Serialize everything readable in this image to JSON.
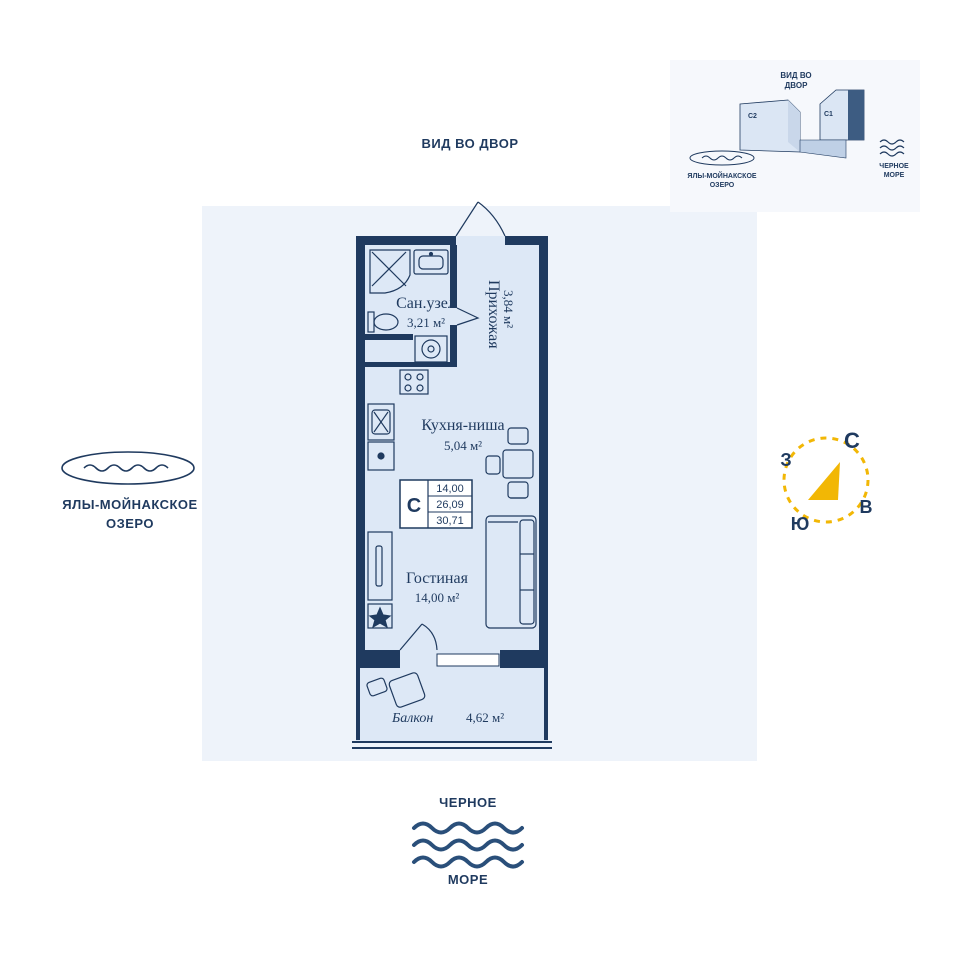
{
  "orientation": {
    "top": "ВИД ВО ДВОР",
    "left_line1": "ЯЛЫ-МОЙНАКСКОЕ",
    "left_line2": "ОЗЕРО",
    "bottom_line1": "ЧЕРНОЕ",
    "bottom_line2": "МОРЕ"
  },
  "rooms": [
    {
      "name": "Сан.узел",
      "area": "3,21 м²"
    },
    {
      "name": "Прихожая",
      "area": "3,84 м²"
    },
    {
      "name": "Кухня-ниша",
      "area": "5,04 м²"
    },
    {
      "name": "Гостиная",
      "area": "14,00 м²"
    },
    {
      "name": "Балкон",
      "area": "4,62 м²"
    }
  ],
  "apartment_badge": {
    "letter": "С",
    "areas": [
      "14,00",
      "26,09",
      "30,71"
    ]
  },
  "compass": {
    "north": "С",
    "east": "В",
    "south": "Ю",
    "west": "З",
    "color": "#f2b705"
  },
  "mini_map": {
    "top_label_line1": "ВИД ВО",
    "top_label_line2": "ДВОР",
    "section_c2": "С2",
    "section_c1": "С1",
    "lake_line1": "ЯЛЫ-МОЙНАКСКОЕ",
    "lake_line2": "ОЗЕРО",
    "sea_line1": "ЧЕРНОЕ",
    "sea_line2": "МОРЕ"
  },
  "colors": {
    "wall": "#1f3a5f",
    "floor": "#dde8f6",
    "accent": "#f2b705"
  }
}
